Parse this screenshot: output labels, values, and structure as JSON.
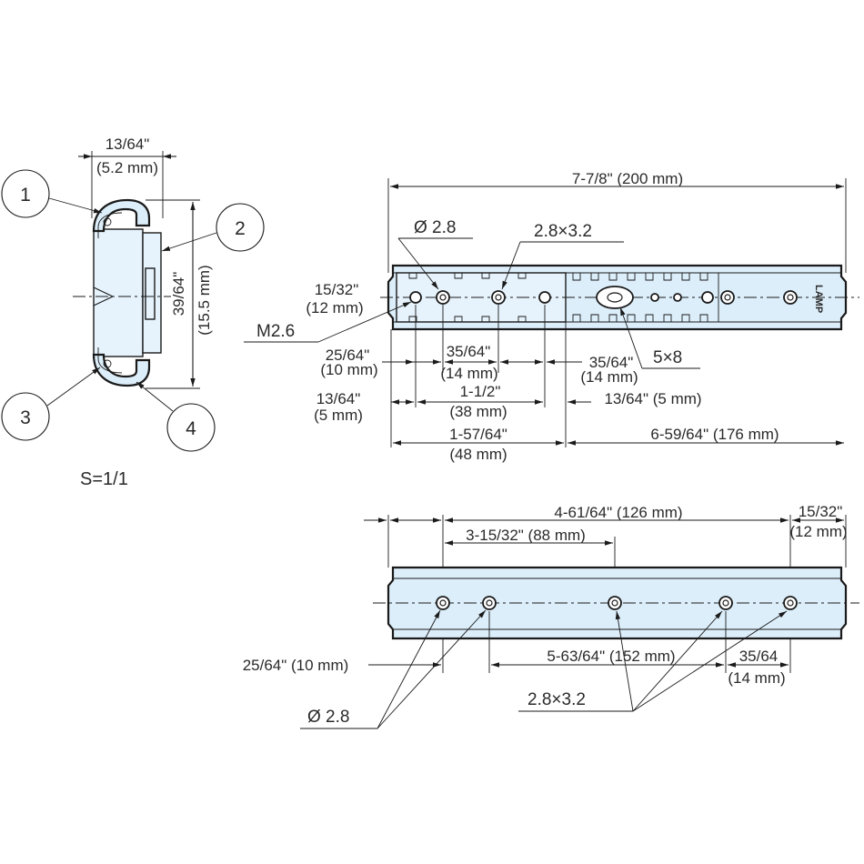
{
  "side_view": {
    "width_dim": "13/64\"",
    "width_dim_mm": "(5.2 mm)",
    "height_dim": "39/64\"",
    "height_dim_mm": "(15.5 mm)",
    "callouts": [
      "1",
      "2",
      "3",
      "4"
    ],
    "scale": "S=1/1"
  },
  "top_view": {
    "overall": "7-7/8\" (200 mm)",
    "hole_dia": "Ø 2.8",
    "slot": "2.8×3.2",
    "left_edge": "15/32\"",
    "left_edge_mm": "(12 mm)",
    "screw": "M2.6",
    "slot_large": "5×8",
    "d1": "25/64\"",
    "d1_mm": "(10 mm)",
    "d2": "35/64\"",
    "d2_mm": "(14 mm)",
    "d3": "35/64\"",
    "d3_mm": "(14 mm)",
    "d4": "13/64\"",
    "d4_mm": "(5 mm)",
    "d5": "1-1/2\"",
    "d5_mm": "(38 mm)",
    "d6": "13/64\" (5 mm)",
    "d7": "1-57/64\"",
    "d7_mm": "(48 mm)",
    "d8": "6-59/64\" (176 mm)",
    "brand": "LAMP"
  },
  "bottom_view": {
    "d1": "4-61/64\" (126 mm)",
    "d2": "15/32\"",
    "d2_mm": "(12 mm)",
    "d3": "3-15/32\" (88 mm)",
    "d4": "25/64\" (10 mm)",
    "d5": "5-63/64\" (152 mm)",
    "d6": "35/64",
    "d6_mm": "(14 mm)",
    "hole_dia": "Ø 2.8",
    "slot": "2.8×3.2"
  },
  "colors": {
    "rail_fill": "#dceefa",
    "line": "#1a1a1a"
  }
}
